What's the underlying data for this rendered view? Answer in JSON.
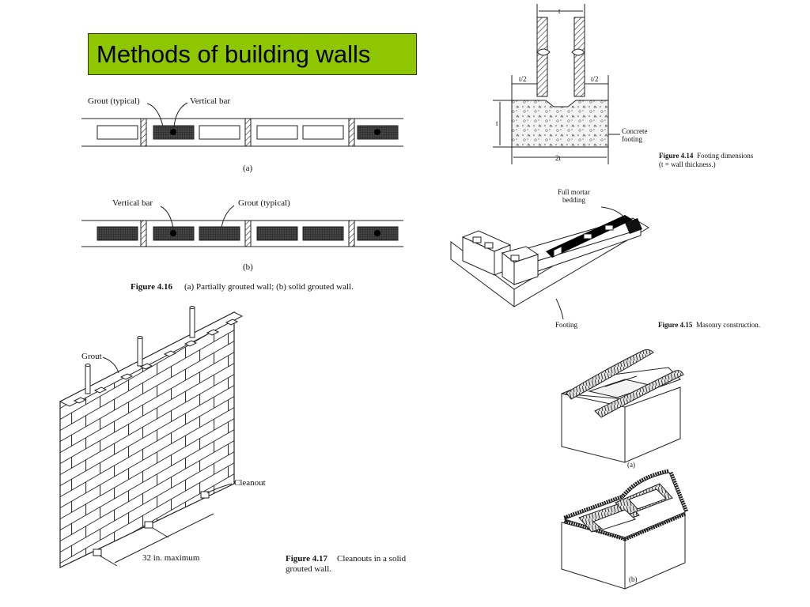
{
  "slide": {
    "title": "Methods of building walls",
    "accent_color": "#8ec600"
  },
  "fig416": {
    "a": {
      "grout_label": "Grout (typical)",
      "bar_label": "Vertical bar",
      "sub": "(a)"
    },
    "b": {
      "bar_label": "Vertical bar",
      "grout_label": "Grout (typical)",
      "sub": "(b)"
    },
    "caption_num": "Figure 4.16",
    "caption_text": "(a) Partially grouted wall; (b) solid grouted wall."
  },
  "fig414": {
    "dim_t_top": "t",
    "dim_half_left": "t/2",
    "dim_half_right": "t/2",
    "dim_t_side": "t",
    "dim_2t": "2t",
    "footing_label_1": "Concrete",
    "footing_label_2": "footing",
    "caption_num": "Figure 4.14",
    "caption_text": "Footing dimensions",
    "caption_text_2": "(t = wall thickness.)"
  },
  "fig415": {
    "mortar_label_1": "Full mortar",
    "mortar_label_2": "bedding",
    "footing_label": "Footing",
    "caption_num": "Figure 4.15",
    "caption_text": "Masonry construction."
  },
  "fig417": {
    "grout_label": "Grout",
    "cleanout_label": "Cleanout",
    "spacing_label": "32 in. maximum",
    "caption_num": "Figure 4.17",
    "caption_text": "Cleanouts in a solid",
    "caption_text_2": "grouted wall."
  },
  "blocks": {
    "sub_a": "(a)",
    "sub_b": "(b)"
  }
}
